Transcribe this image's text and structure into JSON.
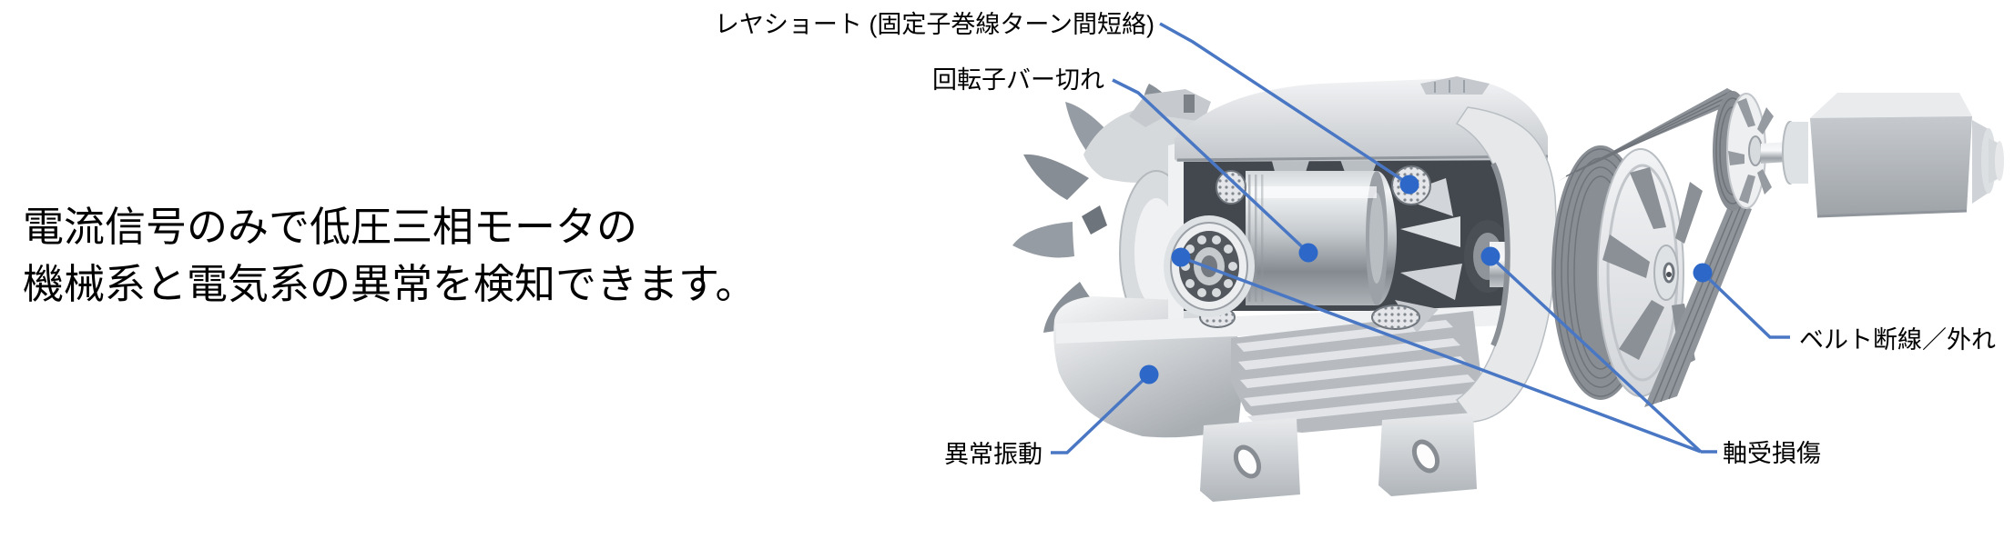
{
  "page": {
    "background_color": "#ffffff"
  },
  "intro_text": {
    "line1": "電流信号のみで低圧三相モータの",
    "line2": "機械系と電気系の異常を検知できます。"
  },
  "diagram": {
    "callouts": [
      {
        "id": "layer-short",
        "label": "レヤショート (固定子巻線ターン間短絡)"
      },
      {
        "id": "rotor-bar",
        "label": "回転子バー切れ"
      },
      {
        "id": "belt",
        "label": "ベルト断線／外れ"
      },
      {
        "id": "bearing",
        "label": "軸受損傷"
      },
      {
        "id": "vibration",
        "label": "異常振動"
      }
    ],
    "colors": {
      "leader_line": "#4a77c4",
      "marker_dot": "#2d68c9",
      "label_text": "#000000"
    }
  }
}
